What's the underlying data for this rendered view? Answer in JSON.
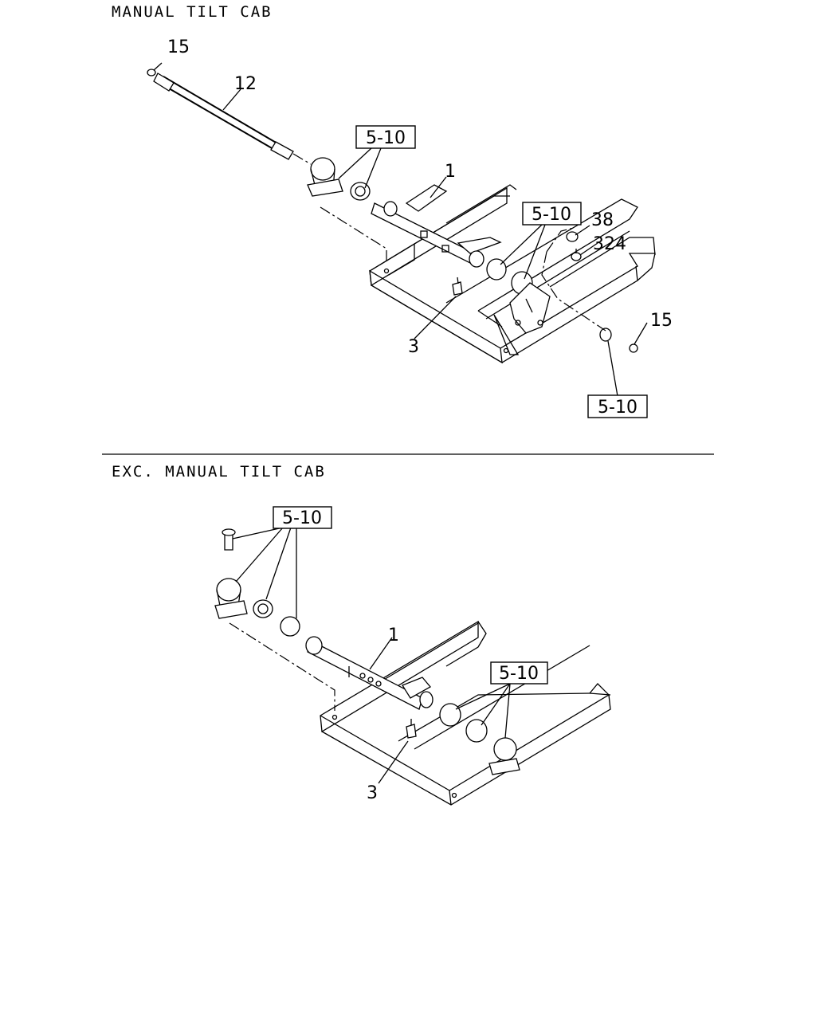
{
  "section_top": {
    "heading": "MANUAL TILT CAB"
  },
  "section_bottom": {
    "heading": "EXC. MANUAL TILT CAB"
  },
  "callouts_top": {
    "c15a": "15",
    "c12": "12",
    "c1": "1",
    "c3": "3",
    "c38": "38",
    "c324": "324",
    "c15b": "15"
  },
  "refs_top": {
    "r1": "5-10",
    "r2": "5-10",
    "r3": "5-10"
  },
  "callouts_bottom": {
    "c1": "1",
    "c3": "3"
  },
  "refs_bottom": {
    "r1": "5-10",
    "r2": "5-10"
  }
}
